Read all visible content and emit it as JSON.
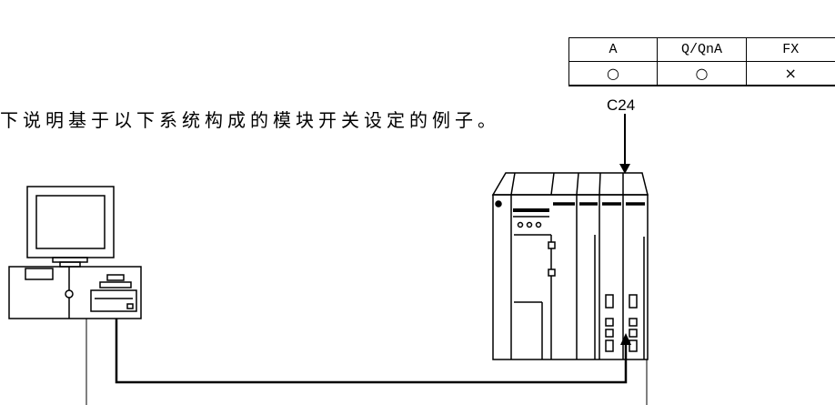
{
  "intro_text": "下说明基于以下系统构成的模块开关设定的例子。",
  "compatibility_table": {
    "headers": [
      "A",
      "Q/QnA",
      "FX"
    ],
    "rows": [
      [
        "○",
        "○",
        "×"
      ]
    ]
  },
  "diagram": {
    "module_label": "C24",
    "devices": [
      "personal-computer-icon",
      "plc-rack-icon"
    ]
  },
  "colors": {
    "line": "#000000",
    "background": "#ffffff"
  }
}
